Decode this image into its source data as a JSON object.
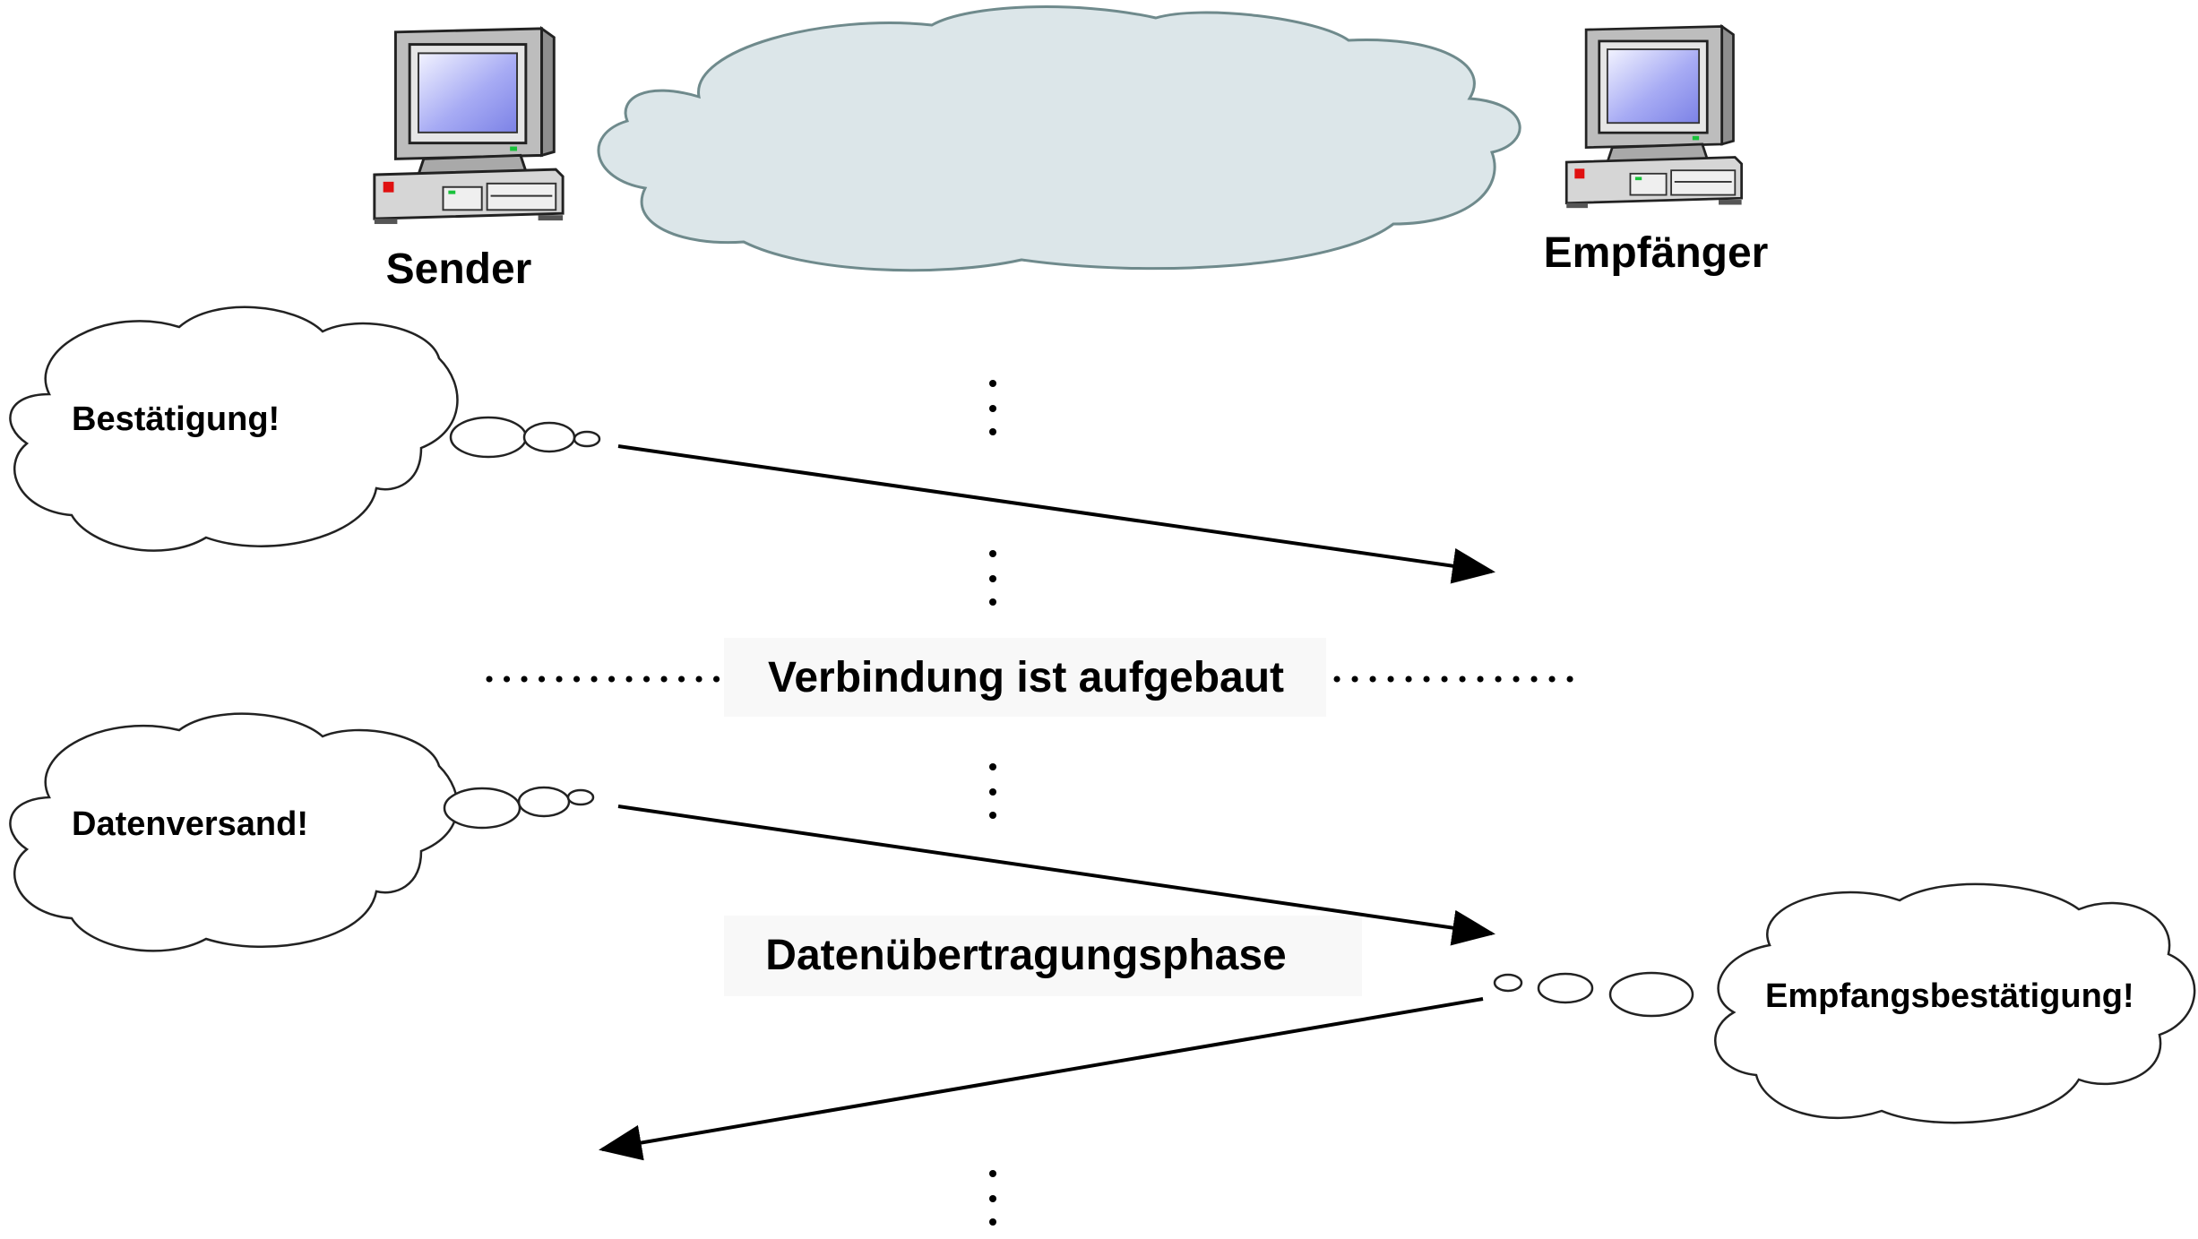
{
  "sender": {
    "label": "Sender"
  },
  "receiver": {
    "label": "Empfänger"
  },
  "thoughts": {
    "confirmation": "Bestätigung!",
    "data_send": "Datenversand!",
    "receipt_confirmation": "Empfangsbestätigung!"
  },
  "phases": {
    "connection": "Verbindung ist aufgebaut",
    "transfer": "Datenübertragungsphase"
  },
  "colors": {
    "network_cloud_fill": "#DCE6E9",
    "network_cloud_stroke": "#6F8A8C",
    "screen": "#9DA2F2",
    "case": "#D6D6D6",
    "led_red": "#E01010",
    "led_green": "#19C23B"
  }
}
